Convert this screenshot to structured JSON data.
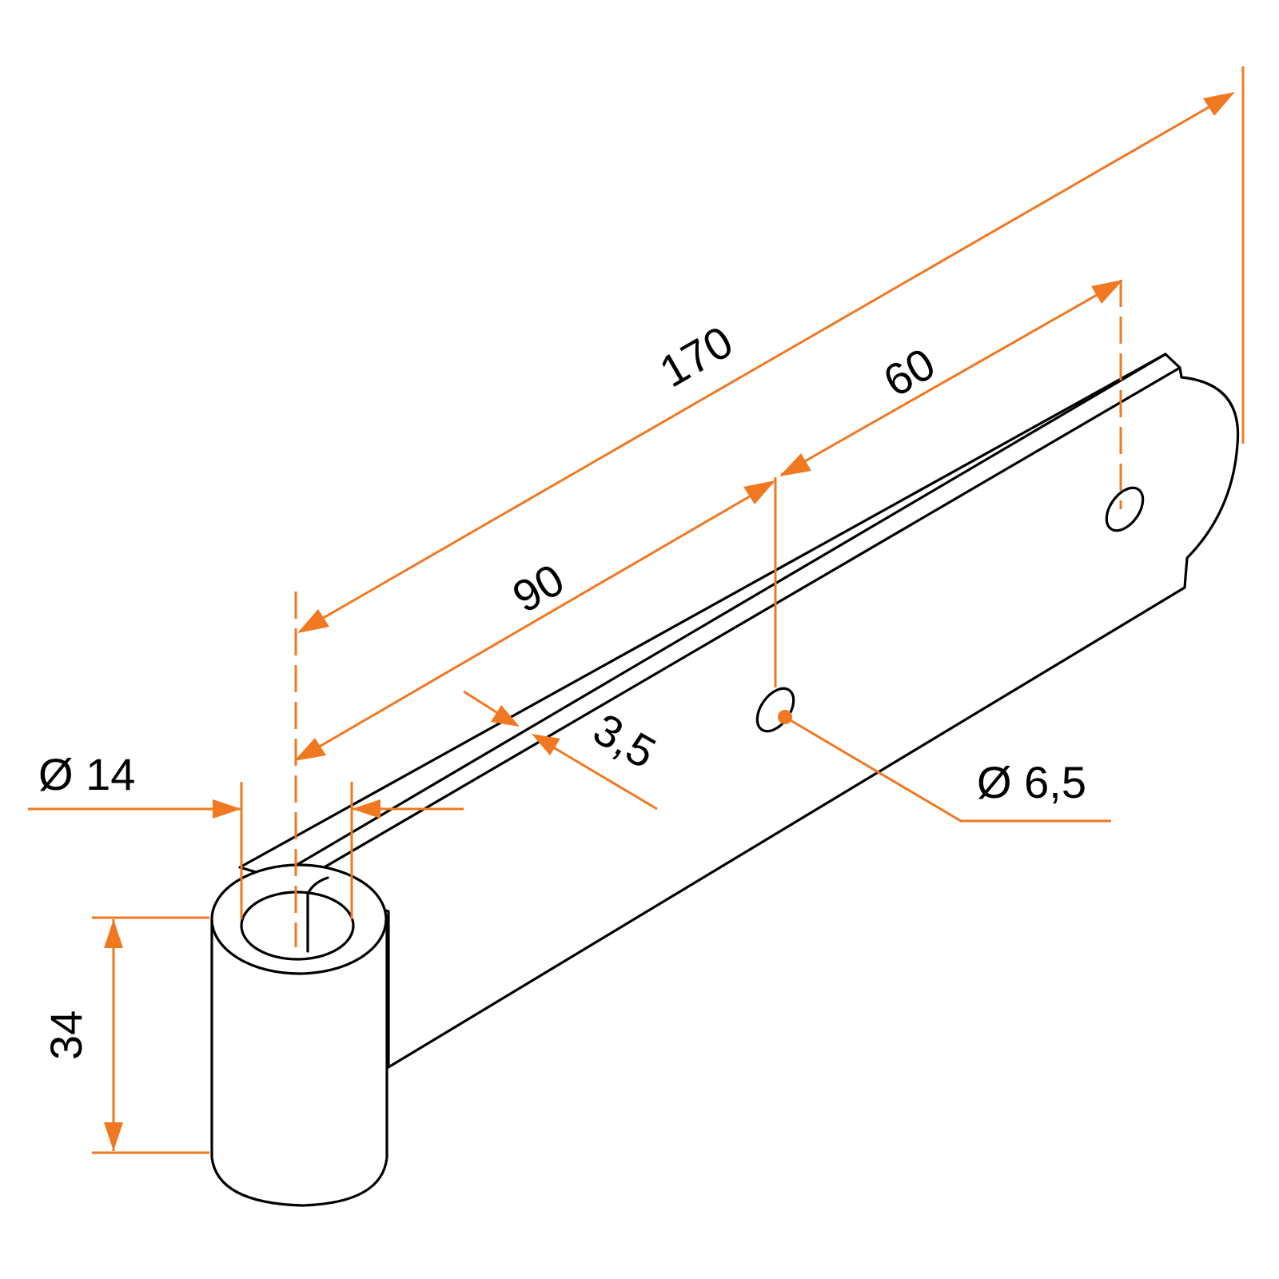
{
  "colors": {
    "dimension": "#f07820",
    "part": "#000000",
    "background": "#ffffff"
  },
  "labels": {
    "total_length": "170",
    "hole_spacing": "60",
    "first_hole": "90",
    "thickness": "3,5",
    "pin_diameter": "Ø 14",
    "hole_diameter": "Ø 6,5",
    "eye_height": "34"
  }
}
